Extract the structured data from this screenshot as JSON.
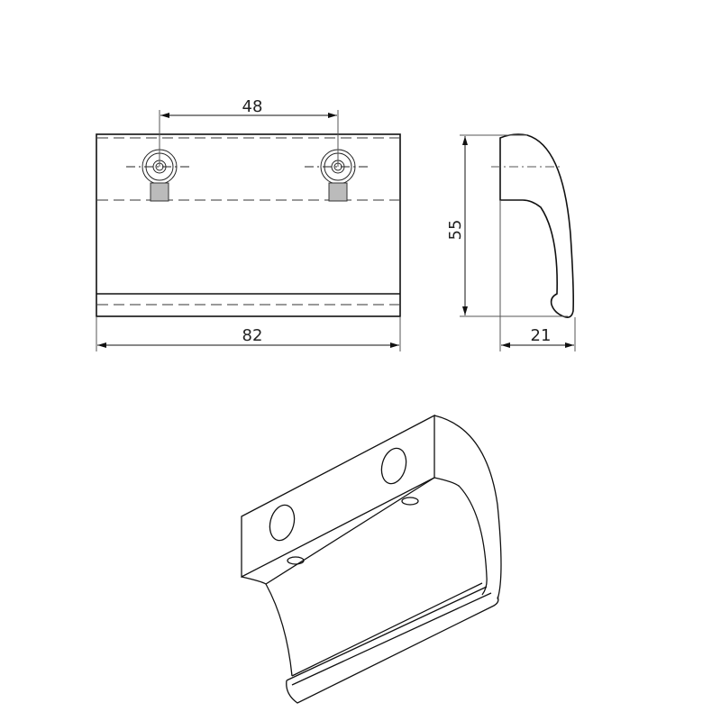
{
  "drawing": {
    "type": "technical drawing",
    "subject": "door/drawer pull handle",
    "views": [
      "front",
      "side",
      "isometric"
    ],
    "colors": {
      "line": "#111111",
      "hidden": "#999999",
      "dimension": "#555555",
      "background": "#ffffff"
    }
  },
  "dimensions": {
    "hole_spacing": "48",
    "width": "82",
    "height": "55",
    "depth": "21"
  }
}
